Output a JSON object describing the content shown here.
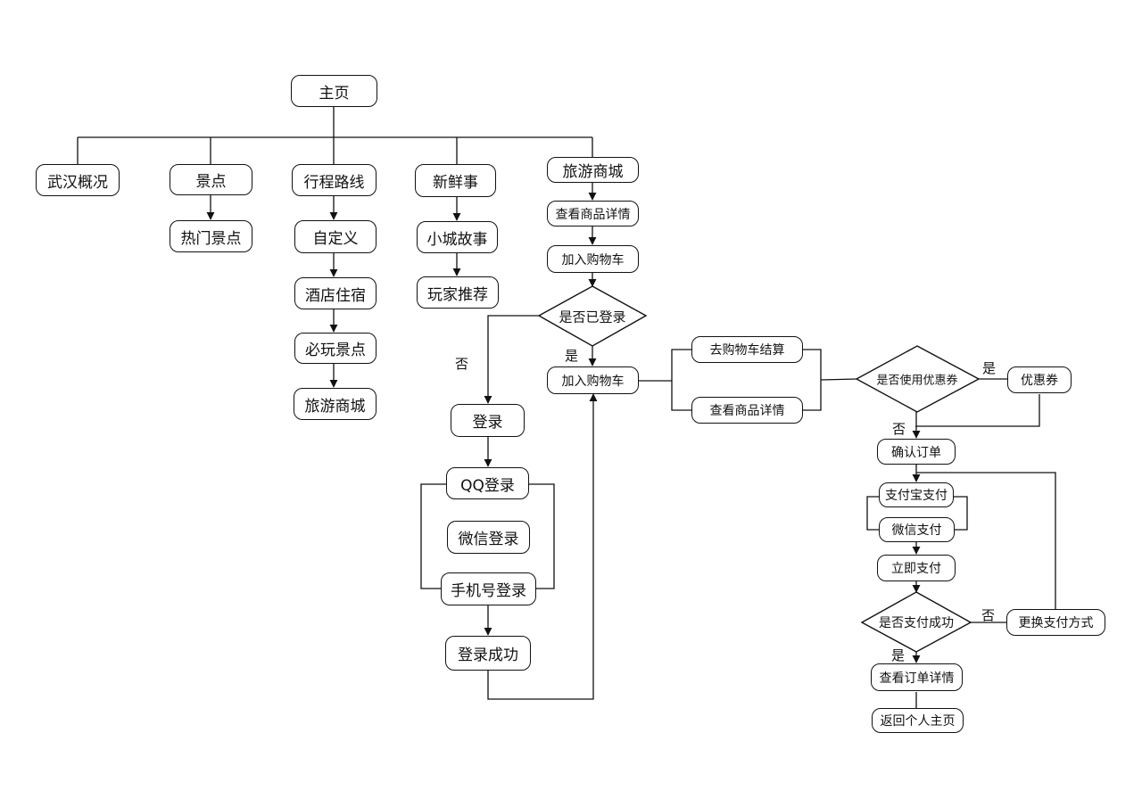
{
  "nodes": {
    "home": "主页",
    "overview": "武汉概况",
    "scenic": "景点",
    "hot_scenic": "热门景点",
    "route": "行程路线",
    "custom": "自定义",
    "hotel": "酒店住宿",
    "must_play": "必玩景点",
    "mall_route": "旅游商城",
    "news": "新鲜事",
    "town_story": "小城故事",
    "player_rec": "玩家推荐",
    "mall": "旅游商城",
    "view_detail": "查看商品详情",
    "add_cart_1": "加入购物车",
    "logged_in_q": "是否已登录",
    "add_cart_2": "加入购物车",
    "login": "登录",
    "qq_login": "QQ登录",
    "wechat_login": "微信登录",
    "phone_login": "手机号登录",
    "login_ok": "登录成功",
    "checkout": "去购物车结算",
    "view_detail_2": "查看商品详情",
    "coupon_q": "是否使用优惠券",
    "coupon": "优惠券",
    "confirm": "确认订单",
    "alipay": "支付宝支付",
    "wechat_pay": "微信支付",
    "pay_now": "立即支付",
    "pay_ok_q": "是否支付成功",
    "change_pay": "更换支付方式",
    "view_order": "查看订单详情",
    "back_home": "返回个人主页"
  },
  "labels": {
    "no_login": "否",
    "yes_login": "是",
    "yes_coupon": "是",
    "no_coupon": "否",
    "no_pay": "否",
    "yes_pay": "是"
  }
}
